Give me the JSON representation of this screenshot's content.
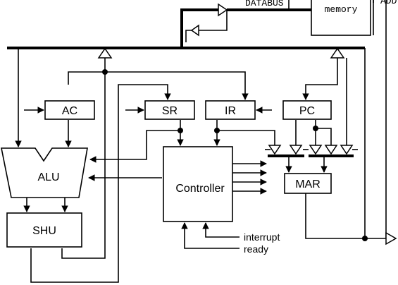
{
  "blocks": {
    "memory": "memory",
    "databus": "DATABUS",
    "addr": "ADD",
    "ac": "AC",
    "sr": "SR",
    "ir": "IR",
    "pc": "PC",
    "alu": "ALU",
    "shu": "SHU",
    "controller": "Controller",
    "mar": "MAR"
  },
  "signals": {
    "interrupt": "interrupt",
    "ready": "ready"
  }
}
